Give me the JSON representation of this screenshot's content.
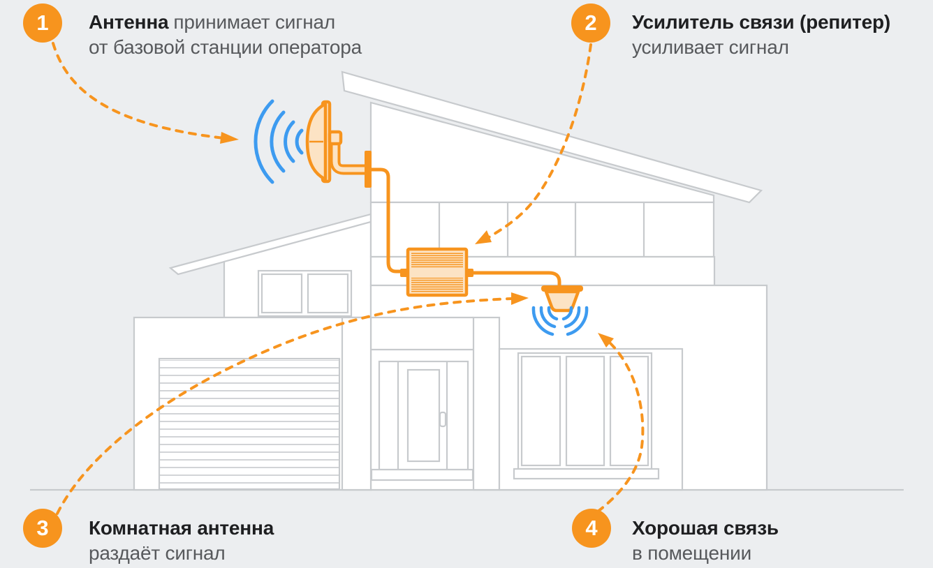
{
  "palette": {
    "orange": "#F7941E",
    "orange_light": "#FCE3C4",
    "blue": "#3D9BF0",
    "line": "#C7CACD",
    "bg": "#ECEEF0",
    "house_fill": "#FFFFFF",
    "text_dark": "#1E1F21",
    "text_gray": "#57595C"
  },
  "callouts": [
    {
      "number": "1",
      "bold": "Антенна",
      "rest": "принимает сигнал",
      "line2": "от базовой станции оператора"
    },
    {
      "number": "2",
      "bold": "Усилитель связи (репитер)",
      "rest": "",
      "line2": "усиливает сигнал"
    },
    {
      "number": "3",
      "bold": "Комнатная антенна",
      "rest": "",
      "line2": "раздаёт сигнал"
    },
    {
      "number": "4",
      "bold": "Хорошая связь",
      "rest": "",
      "line2": "в помещении"
    }
  ],
  "icons": {
    "outdoor_antenna": "dish-antenna-icon",
    "repeater": "repeater-box-icon",
    "indoor_antenna": "ceiling-antenna-icon",
    "outdoor_signal": "signal-waves-icon",
    "indoor_signal": "signal-waves-icon",
    "arrows": "dashed-arrow-icon"
  }
}
